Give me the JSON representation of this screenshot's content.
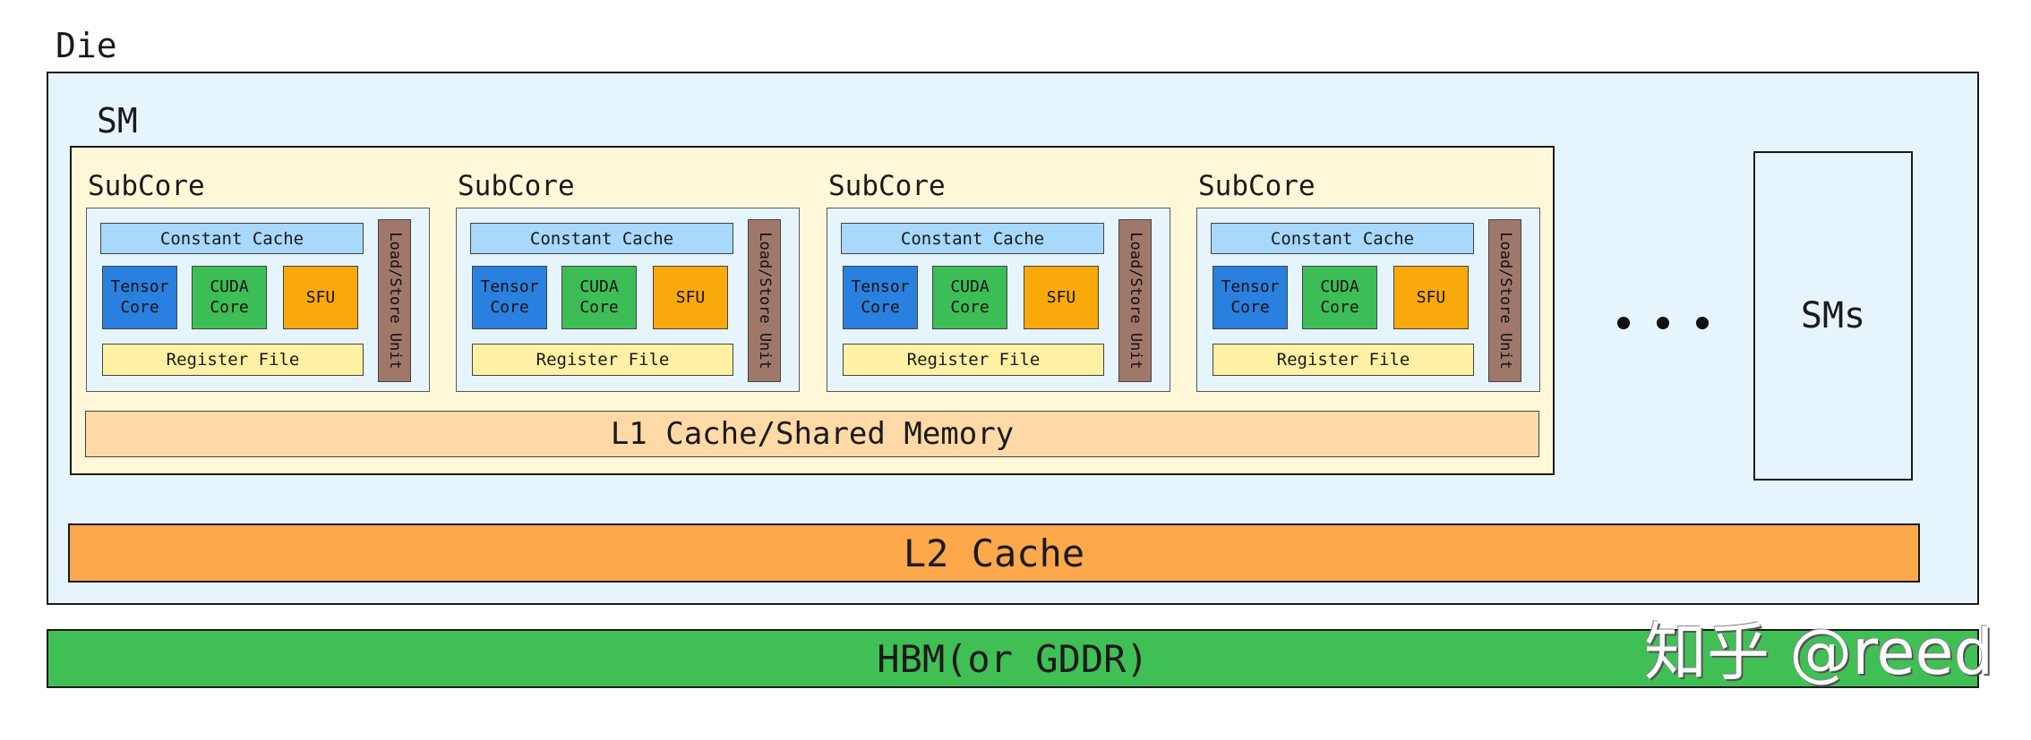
{
  "die": {
    "label": "Die"
  },
  "sm": {
    "label": "SM"
  },
  "subcores": [
    {
      "label": "SubCore",
      "constant_cache": "Constant Cache",
      "tensor_core": "Tensor Core",
      "cuda_core": "CUDA Core",
      "sfu": "SFU",
      "register_file": "Register File",
      "load_store_unit": "Load/Store Unit"
    },
    {
      "label": "SubCore",
      "constant_cache": "Constant Cache",
      "tensor_core": "Tensor Core",
      "cuda_core": "CUDA Core",
      "sfu": "SFU",
      "register_file": "Register File",
      "load_store_unit": "Load/Store Unit"
    },
    {
      "label": "SubCore",
      "constant_cache": "Constant Cache",
      "tensor_core": "Tensor Core",
      "cuda_core": "CUDA Core",
      "sfu": "SFU",
      "register_file": "Register File",
      "load_store_unit": "Load/Store Unit"
    },
    {
      "label": "SubCore",
      "constant_cache": "Constant Cache",
      "tensor_core": "Tensor Core",
      "cuda_core": "CUDA Core",
      "sfu": "SFU",
      "register_file": "Register File",
      "load_store_unit": "Load/Store Unit"
    }
  ],
  "l1_cache": "L1 Cache/Shared Memory",
  "sms": "SMs",
  "l2_cache": "L2 Cache",
  "hbm": "HBM(or GDDR)",
  "watermark": "知乎 @reed",
  "colors": {
    "die_bg": "#e6f4fc",
    "sm_bg": "#fff8d8",
    "constant_cache": "#a8d8fb",
    "tensor_core": "#2980de",
    "cuda_core": "#3dbd55",
    "sfu": "#f9a90a",
    "register_file": "#fff1a4",
    "load_store_unit": "#a0786a",
    "l1_cache": "#ffd9a6",
    "l2_cache": "#fda84b",
    "hbm": "#40bf55"
  }
}
